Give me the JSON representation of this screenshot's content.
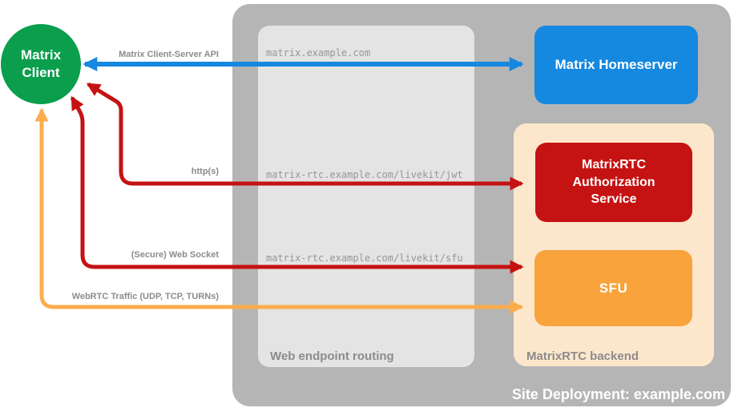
{
  "colors": {
    "canvas-bg": "#ffffff",
    "outer-box": "#b5b5b5",
    "inner-box": "#e4e4e4",
    "peach": "#fde7cc",
    "green": "#0a9e4d",
    "blue": "#1588e0",
    "red": "#c51212",
    "orange": "#f8a33c",
    "orange-line": "#fbad4d",
    "label-gray": "#8c8c8c",
    "mono-gray": "#969696",
    "white-text": "#ffffff"
  },
  "client": {
    "label": "Matrix Client"
  },
  "homeserver": {
    "label": "Matrix Homeserver"
  },
  "backend": {
    "title": "MatrixRTC backend",
    "auth_service": {
      "label": "MatrixRTC Authorization Service"
    },
    "sfu": {
      "label": "SFU"
    }
  },
  "routing": {
    "title": "Web endpoint routing",
    "endpoints": [
      {
        "host": "matrix.example.com"
      },
      {
        "host": "matrix-rtc.example.com/livekit/jwt"
      },
      {
        "host": "matrix-rtc.example.com/livekit/sfu"
      }
    ]
  },
  "connections": [
    {
      "label": "Matrix Client-Server API",
      "color": "#1588e0"
    },
    {
      "label": "http(s)",
      "color": "#c51212"
    },
    {
      "label": "(Secure) Web Socket",
      "color": "#c51212"
    },
    {
      "label": "WebRTC Traffic (UDP, TCP, TURNs)",
      "color": "#fbad4d"
    }
  ],
  "deployment": {
    "label": "Site Deployment: example.com"
  }
}
